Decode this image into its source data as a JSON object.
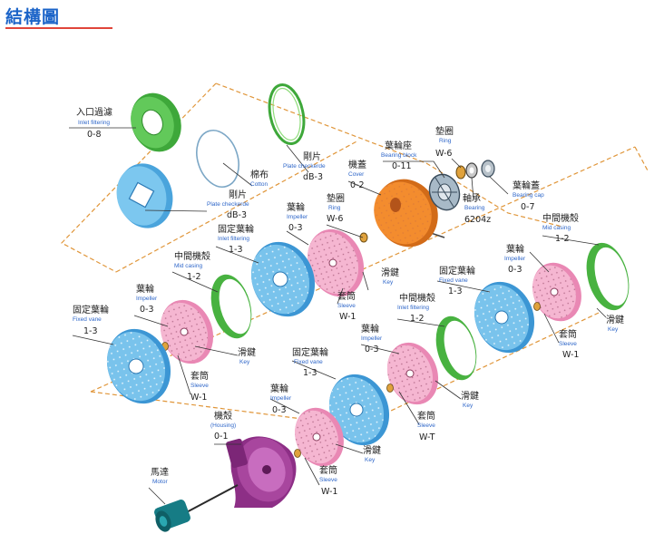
{
  "title": "結構圖",
  "colors": {
    "title": "#1a63c8",
    "accent_line": "#e0453a",
    "dashed_axis": "#e0963a",
    "green_ring": "#4fbf4a",
    "blue_disc": "#5fb6e6",
    "pink_impeller": "#f2a9c9",
    "orange_cover": "#f08a2a",
    "purple_housing": "#a5419a",
    "motor": "#1e8a92"
  },
  "labels": {
    "inlet_top": {
      "zh": "入口過濾",
      "en": "Inlet filtering",
      "code": "0-8"
    },
    "plate_top": {
      "zh": "剛片",
      "en": "Plate checkerde",
      "code": "dB-3"
    },
    "cotton": {
      "zh": "棉布",
      "en": "Cotton"
    },
    "plate_left": {
      "zh": "剛片",
      "en": "Plate checkerde",
      "code": "dB-3"
    },
    "cover": {
      "zh": "機蓋",
      "en": "Cover",
      "code": "0-2"
    },
    "bearing_block": {
      "zh": "葉輪座",
      "en": "Bearing block",
      "code": "0-11"
    },
    "ring_top": {
      "zh": "墊圈",
      "en": "Ring",
      "code": "W-6"
    },
    "bearing": {
      "zh": "軸承",
      "en": "Bearing",
      "code": "6204z"
    },
    "bearing_cap": {
      "zh": "葉輪蓋",
      "en": "Bearing cap",
      "code": "0-7"
    },
    "ring_mid": {
      "zh": "墊圈",
      "en": "Ring",
      "code": "W-6"
    },
    "impeller_a": {
      "zh": "葉輪",
      "en": "Impeller",
      "code": "0-3"
    },
    "fixed_vane_a": {
      "zh": "固定葉輪",
      "en": "Inlet filtering",
      "code": "1-3"
    },
    "key_a": {
      "zh": "滑鍵",
      "en": "Key"
    },
    "sleeve_a": {
      "zh": "套筒",
      "en": "Sleeve",
      "code": "W-1"
    },
    "mid_casing_a": {
      "zh": "中間機殼",
      "en": "Mid casing",
      "code": "1-2"
    },
    "impeller_b": {
      "zh": "葉輪",
      "en": "Impeller",
      "code": "0-3"
    },
    "fixed_vane_b": {
      "zh": "固定葉輪",
      "en": "Fixed vane",
      "code": "1-3"
    },
    "key_b": {
      "zh": "滑鍵",
      "en": "Key"
    },
    "sleeve_b": {
      "zh": "套筒",
      "en": "Sleeve",
      "code": "W-1"
    },
    "mid_casing_r": {
      "zh": "中間機殼",
      "en": "Mid casing",
      "code": "1-2"
    },
    "impeller_r": {
      "zh": "葉輪",
      "en": "Impeller",
      "code": "0-3"
    },
    "key_r": {
      "zh": "滑鍵",
      "en": "Key"
    },
    "sleeve_r": {
      "zh": "套筒",
      "en": "Sleeve",
      "code": "W-1"
    },
    "fixed_vane_r": {
      "zh": "固定葉輪",
      "en": "Fixed vane",
      "code": "1-3"
    },
    "mid_casing_c": {
      "zh": "中間機殼",
      "en": "Inlet filtering",
      "code": "1-2"
    },
    "impeller_c": {
      "zh": "葉輪",
      "en": "Impeller",
      "code": "0-3"
    },
    "key_c": {
      "zh": "滑鍵",
      "en": "Key"
    },
    "sleeve_c": {
      "zh": "套筒",
      "en": "Sleeve",
      "code": "W-T"
    },
    "fixed_vane_d": {
      "zh": "固定葉輪",
      "en": "Fixed vane",
      "code": "1-3"
    },
    "impeller_d": {
      "zh": "葉輪",
      "en": "Impeller",
      "code": "0-3"
    },
    "key_d": {
      "zh": "滑鍵",
      "en": "Key"
    },
    "sleeve_d": {
      "zh": "套筒",
      "en": "Sleeve",
      "code": "W-1"
    },
    "housing": {
      "zh": "機殼",
      "en": "(Housing)",
      "code": "0-1"
    },
    "motor": {
      "zh": "馬達",
      "en": "Motor"
    }
  }
}
